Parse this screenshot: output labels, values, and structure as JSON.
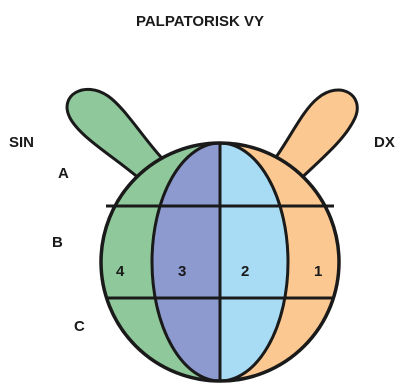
{
  "title": "PALPATORISK VY",
  "side_labels": {
    "left": "SIN",
    "right": "DX"
  },
  "row_labels": [
    "A",
    "B",
    "C"
  ],
  "column_labels": [
    "4",
    "3",
    "2",
    "1"
  ],
  "colors": {
    "lobe_left": "#8ec89b",
    "lobe_right": "#fcc891",
    "region_4": "#8ec89b",
    "region_3": "#8c9ad0",
    "region_2": "#a8dcf5",
    "region_1": "#fcc891",
    "outline": "#1a1a1a"
  }
}
